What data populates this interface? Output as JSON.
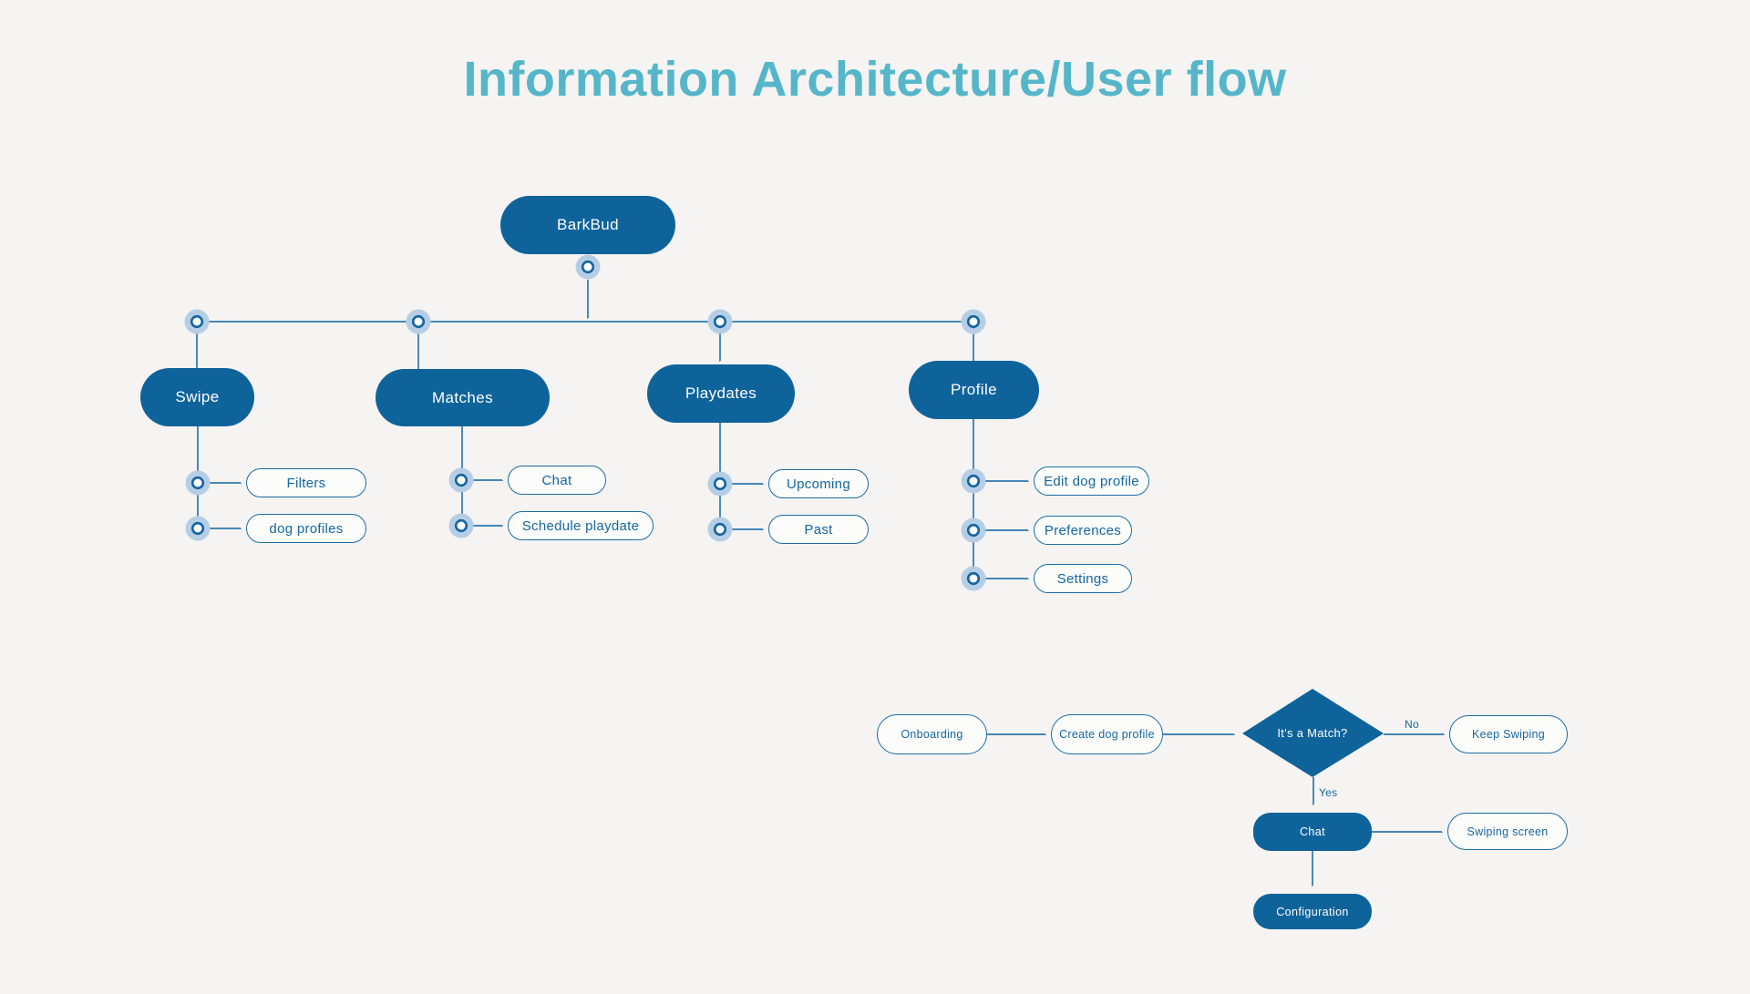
{
  "page": {
    "title": "Information Architecture/User flow"
  },
  "colors": {
    "background": "#f5f4f2",
    "title": "#56b6c9",
    "node_fill": "#0f639b",
    "node_text": "#ffffff",
    "connector_line": "#2e76ad",
    "outline_border": "#1d6ca5",
    "outline_text": "#15679f",
    "dot_halo": "#b6cee5",
    "dot_ring": "#1465a0"
  },
  "sitemap": {
    "root": {
      "label": "BarkBud"
    },
    "sections": [
      {
        "label": "Swipe",
        "children": [
          {
            "label": "Filters"
          },
          {
            "label": "dog profiles"
          }
        ]
      },
      {
        "label": "Matches",
        "children": [
          {
            "label": "Chat"
          },
          {
            "label": "Schedule playdate"
          }
        ]
      },
      {
        "label": "Playdates",
        "children": [
          {
            "label": "Upcoming"
          },
          {
            "label": "Past"
          }
        ]
      },
      {
        "label": "Profile",
        "children": [
          {
            "label": "Edit dog profile"
          },
          {
            "label": "Preferences"
          },
          {
            "label": "Settings"
          }
        ]
      }
    ]
  },
  "userflow": {
    "onboarding": {
      "label": "Onboarding"
    },
    "create_dog_profile": {
      "label": "Create dog profile"
    },
    "decision": {
      "label": "It's a Match?"
    },
    "no_branch": {
      "label": "No"
    },
    "yes_branch": {
      "label": "Yes"
    },
    "keep_swiping": {
      "label": "Keep Swiping"
    },
    "chat": {
      "label": "Chat"
    },
    "swiping_screen": {
      "label": "Swiping screen"
    },
    "configuration": {
      "label": "Configuration"
    }
  }
}
